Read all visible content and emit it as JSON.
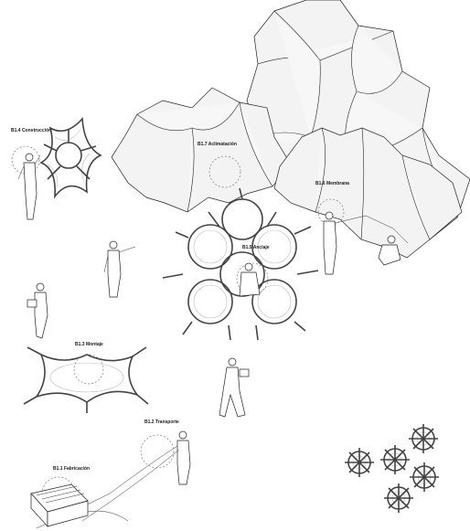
{
  "labels": {
    "construccion": "B1.4 Construcción",
    "aclimatacion": "B1.7 Aclimatación",
    "membrana": "B1.6 Membrana",
    "anclaje": "B1.5 Anclaje",
    "montaje": "B1.3 Montaje",
    "transporte": "B1.2 Transporte",
    "fabricacion": "B1.1 Fabricación"
  }
}
